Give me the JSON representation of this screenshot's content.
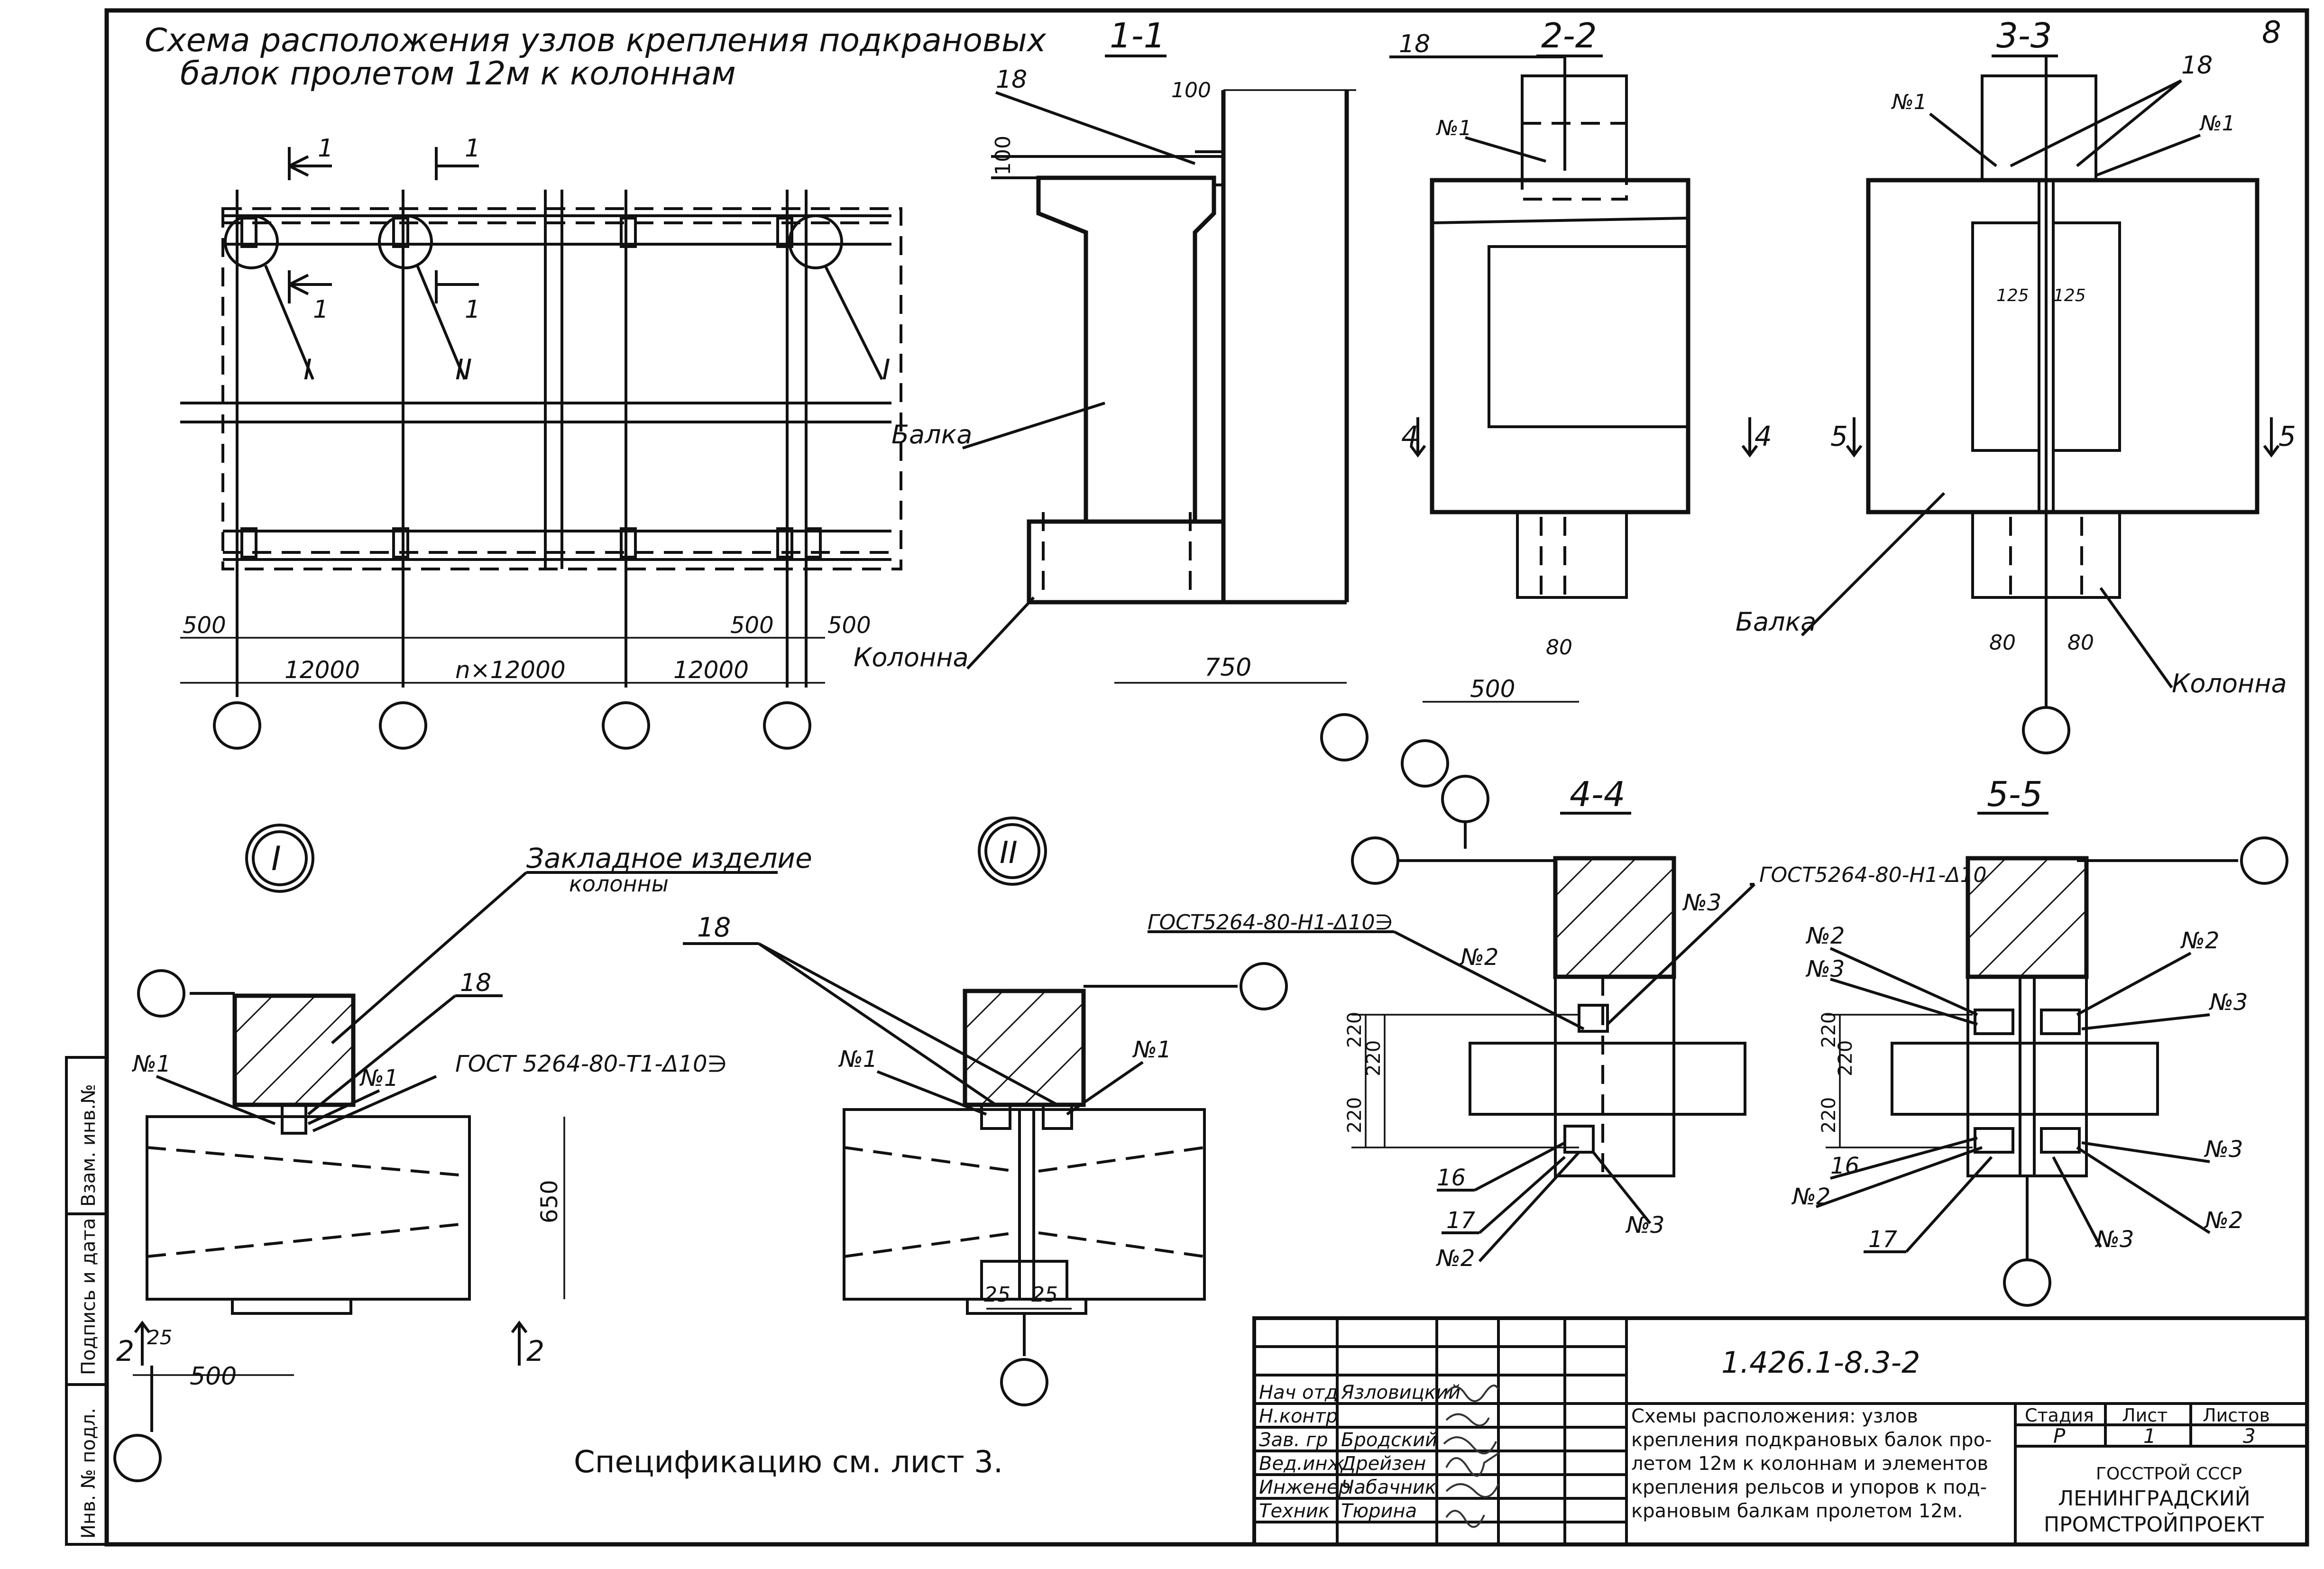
{
  "sheet_number": "8",
  "title_line1": "Схема расположения узлов крепления подкрановых",
  "title_line2": "балок пролетом 12м к колоннам",
  "plan": {
    "section_marker_1": "1",
    "node_I": "I",
    "node_II": "II",
    "dim_500": "500",
    "dim_12000": "12000",
    "dim_n12000": "n×12000"
  },
  "section_1_1": {
    "title": "1-1",
    "ref_18": "18",
    "dim_100": "100",
    "label_beam": "Балка",
    "label_column": "Колонна",
    "dim_750": "750"
  },
  "section_2_2": {
    "title": "2-2",
    "ref_18": "18",
    "ref_n1": "№1",
    "marker_4": "4",
    "dim_80": "80",
    "dim_500": "500"
  },
  "section_3_3": {
    "title": "3-3",
    "ref_18": "18",
    "ref_n1": "№1",
    "dim_125": "125",
    "marker_5": "5",
    "label_beam": "Балка",
    "label_column": "Колонна",
    "dim_80": "80"
  },
  "node_I_detail": {
    "label": "I",
    "embedded_line1": "Закладное изделие",
    "embedded_line2": "колонны",
    "ref_18": "18",
    "ref_n1": "№1",
    "gost": "ГОСТ 5264-80-Т1-Δ10∋",
    "dim_650": "650",
    "dim_25": "25",
    "dim_500": "500",
    "marker_2": "2"
  },
  "node_II_detail": {
    "label": "II",
    "ref_18": "18",
    "ref_n1": "№1",
    "dim_25a": "25",
    "dim_25b": "25"
  },
  "section_4_4": {
    "title": "4-4",
    "gost_left": "ГОСТ5264-80-Н1-Δ10∋",
    "gost_right": "ГОСТ5264-80-Н1-Δ10",
    "ref_n2": "№2",
    "ref_n3": "№3",
    "dim_220": "220",
    "ref_16": "16",
    "ref_17": "17"
  },
  "section_5_5": {
    "title": "5-5",
    "ref_n2": "№2",
    "ref_n3": "№3",
    "dim_220": "220",
    "ref_16": "16",
    "ref_17": "17"
  },
  "spec_note": "Спецификацию см. лист 3.",
  "side_stamp": {
    "inv_no": "Инв. № подл.",
    "sign_date": "Подпись и дата",
    "replace_inv": "Взам. инв.№"
  },
  "title_block": {
    "doc_code": "1.426.1-8.3-2",
    "roles": [
      "Нач отд",
      "Н.контр",
      "Зав. гр",
      "Вед.инж",
      "Инженер",
      "Техник"
    ],
    "names": [
      "Язловицкий",
      "",
      "Бродский",
      "Дрейзен",
      "Чабачник",
      "Тюрина"
    ],
    "title_lines": [
      "Схемы расположения: узлов",
      "крепления подкрановых балок про-",
      "летом 12м к колоннам и элементов",
      "крепления рельсов и упоров к под-",
      "крановым балкам пролетом 12м."
    ],
    "stage_header": "Стадия",
    "sheet_header": "Лист",
    "sheets_header": "Листов",
    "stage": "Р",
    "sheet": "1",
    "sheets": "3",
    "org_line1": "ГОССТРОЙ СССР",
    "org_line2": "ЛЕНИНГРАДСКИЙ",
    "org_line3": "ПРОМСТРОЙПРОЕКТ"
  }
}
